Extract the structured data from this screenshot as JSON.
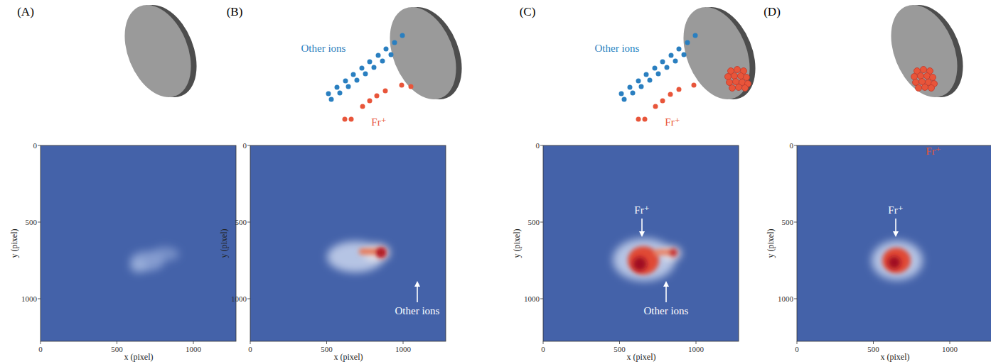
{
  "diagram": {
    "labels": [
      "(A)",
      "0",
      "500",
      "1000",
      "y (pixel)",
      "0",
      "500",
      "1000",
      "x (pixel)",
      "(B)",
      "Other ions",
      "Fr⁺",
      "0",
      "500",
      "1000",
      "y (pixel)",
      "0",
      "500",
      "1000",
      "x (pixel)",
      "Other ions",
      "(C)",
      "Other ions",
      "Fr⁺",
      "0",
      "500",
      "1000",
      "y (pixel)",
      "0",
      "500",
      "1000",
      "x (pixel)",
      "Fr⁺",
      "Other ions",
      "(D)",
      "Fr⁺",
      "0",
      "500",
      "1000",
      "y (pixel)",
      "0",
      "500",
      "1000",
      "x (pixel)",
      "Fr⁺"
    ]
  }
}
